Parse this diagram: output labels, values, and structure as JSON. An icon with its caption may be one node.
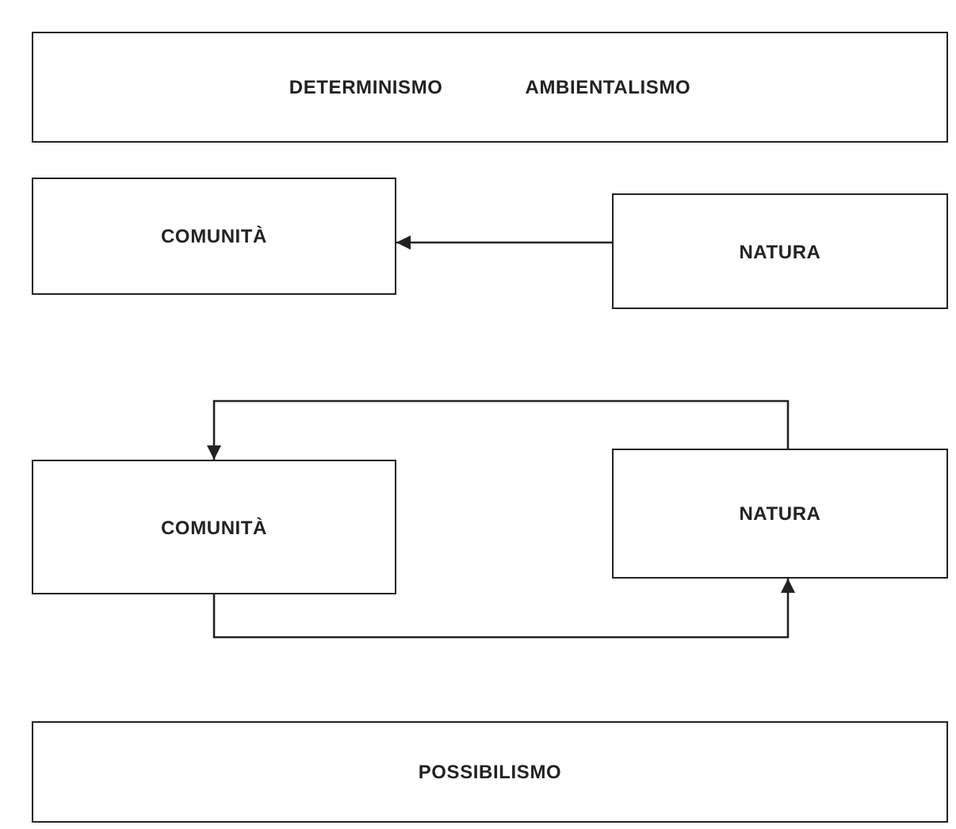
{
  "diagram": {
    "nodes": [
      {
        "text": [
          "DETERMINISMO",
          "AMBIENTALISMO"
        ]
      },
      {
        "text": [
          "COMUNITÀ"
        ]
      },
      {
        "text": [
          "NATURA"
        ]
      },
      {
        "text": [
          "COMUNITÀ"
        ]
      },
      {
        "text": [
          "NATURA"
        ]
      },
      {
        "text": [
          "POSSIBILISMO"
        ]
      }
    ],
    "edges": [
      {
        "from": 2,
        "to": 1,
        "arrow": "to"
      },
      {
        "from": 4,
        "to": 3,
        "arrow": "to"
      },
      {
        "from": 3,
        "to": 4,
        "arrow": "to"
      }
    ]
  }
}
